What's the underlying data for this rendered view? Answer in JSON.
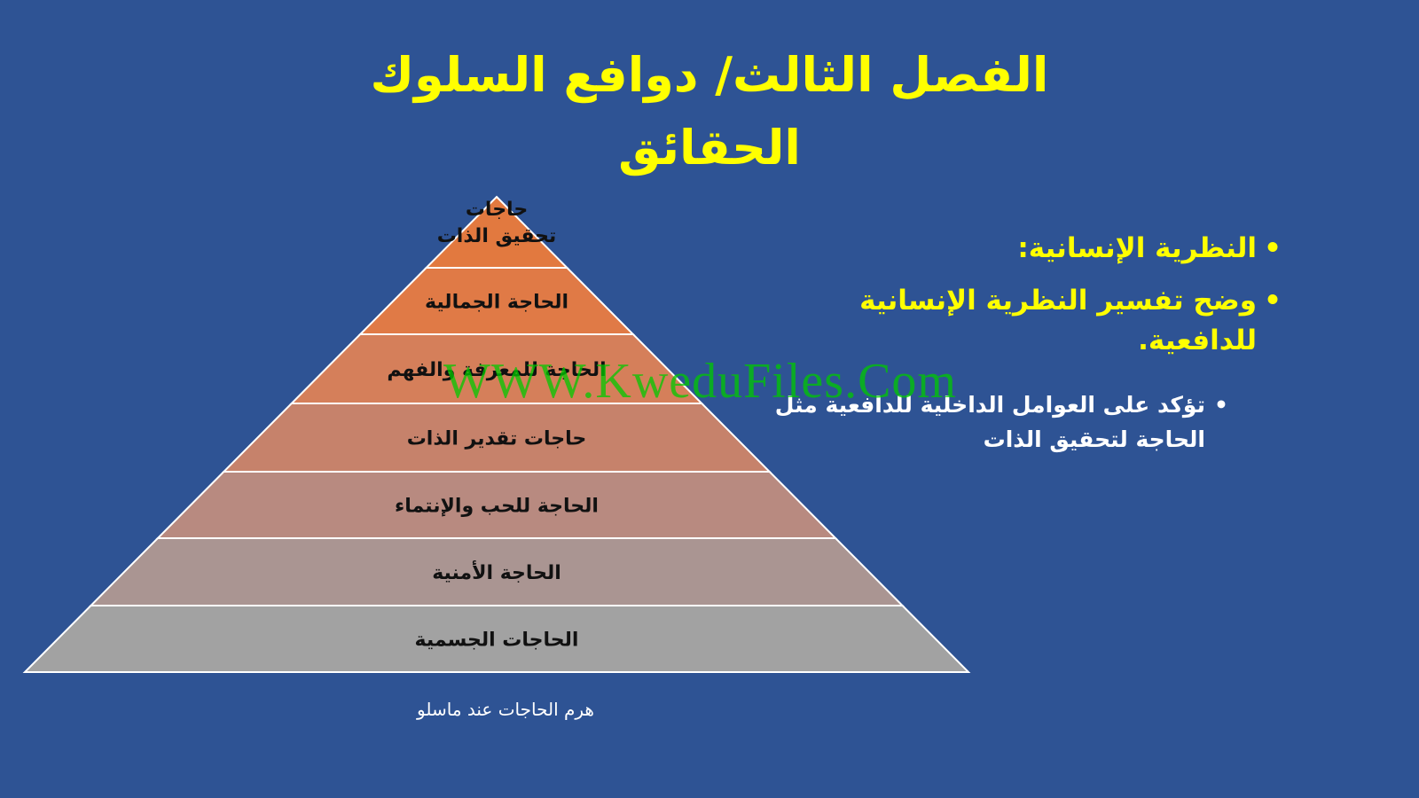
{
  "slide": {
    "title_line1": "الفصل الثالث/ دوافع السلوك",
    "title_line2": "الحقائق",
    "background": "#2e5394",
    "title_color": "#ffff00"
  },
  "pyramid": {
    "caption": "هرم الحاجات عند ماسلو",
    "levels": [
      {
        "lines": [
          "حاجات",
          "تحقيق الذات"
        ],
        "color": "#e2793f"
      },
      {
        "lines": [
          "الحاجة الجمالية"
        ],
        "color": "#e07a46"
      },
      {
        "lines": [
          "الحاجة للمعرفة والفهم"
        ],
        "color": "#d57f5a"
      },
      {
        "lines": [
          "حاجات تقدير الذات"
        ],
        "color": "#c6826b"
      },
      {
        "lines": [
          "الحاجة للحب والإنتماء"
        ],
        "color": "#b88a80"
      },
      {
        "lines": [
          "الحاجة الأمنية"
        ],
        "color": "#aa9592"
      },
      {
        "lines": [
          "الحاجات الجسمية"
        ],
        "color": "#a2a2a2"
      }
    ]
  },
  "bullets": [
    {
      "text": "النظرية الإنسانية:"
    },
    {
      "text": "وضح تفسير النظرية الإنسانية للدافعية."
    }
  ],
  "sub_bullets": [
    {
      "text": "تؤكد على العوامل الداخلية للدافعية مثل الحاجة لتحقيق الذات"
    }
  ],
  "watermark": "WWW.KweduFiles.Com"
}
